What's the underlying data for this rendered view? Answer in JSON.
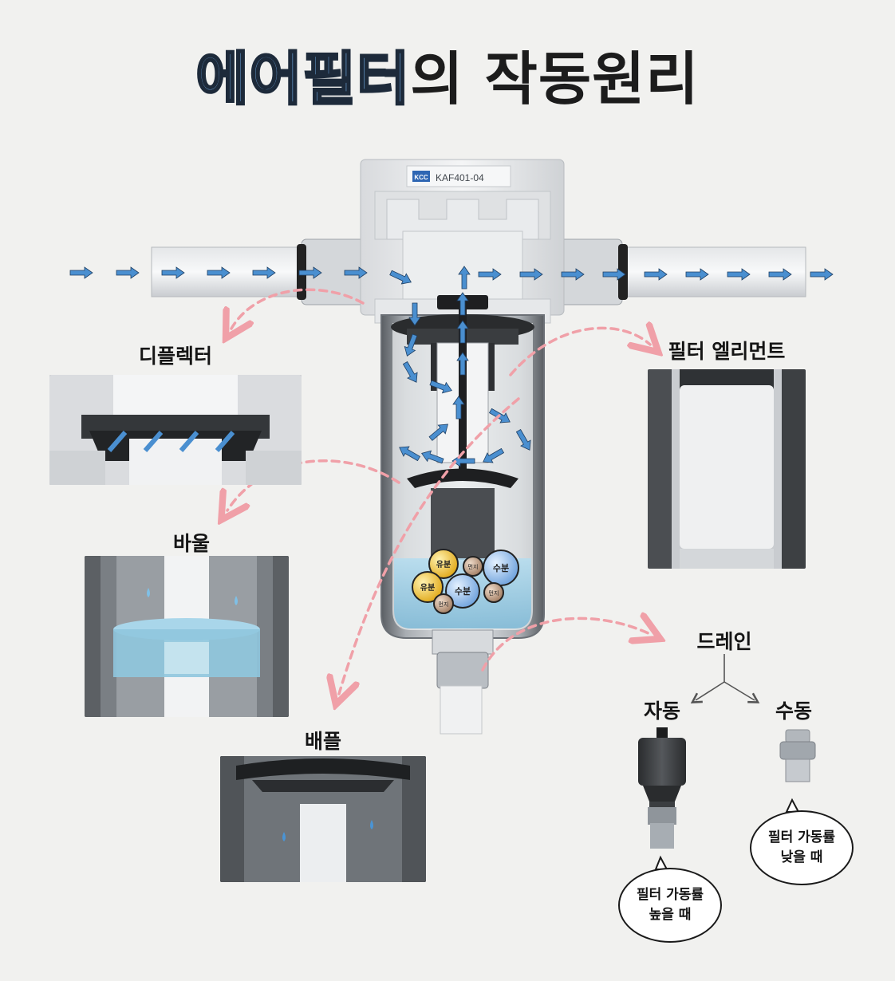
{
  "title": {
    "highlight": "에어필터",
    "rest": "의 작동원리"
  },
  "model_label": "KAF401-04",
  "brand_label": "KCC",
  "labels": {
    "deflector": "디플렉터",
    "filter_element": "필터 엘리먼트",
    "bowl": "바울",
    "baffle": "배플",
    "drain": "드레인",
    "auto": "자동",
    "manual": "수동"
  },
  "bubbles": {
    "high": [
      "필터 가동률",
      "높을 때"
    ],
    "low": [
      "필터 가동률",
      "낮을 때"
    ]
  },
  "particles": {
    "oil": "유분",
    "water": "수분",
    "dust": "먼지"
  },
  "colors": {
    "title_blue": "#6aa0d6",
    "arrow_blue": "#4a8fd0",
    "curve_pink": "#f0a0a8",
    "water": "#8fc6de"
  }
}
